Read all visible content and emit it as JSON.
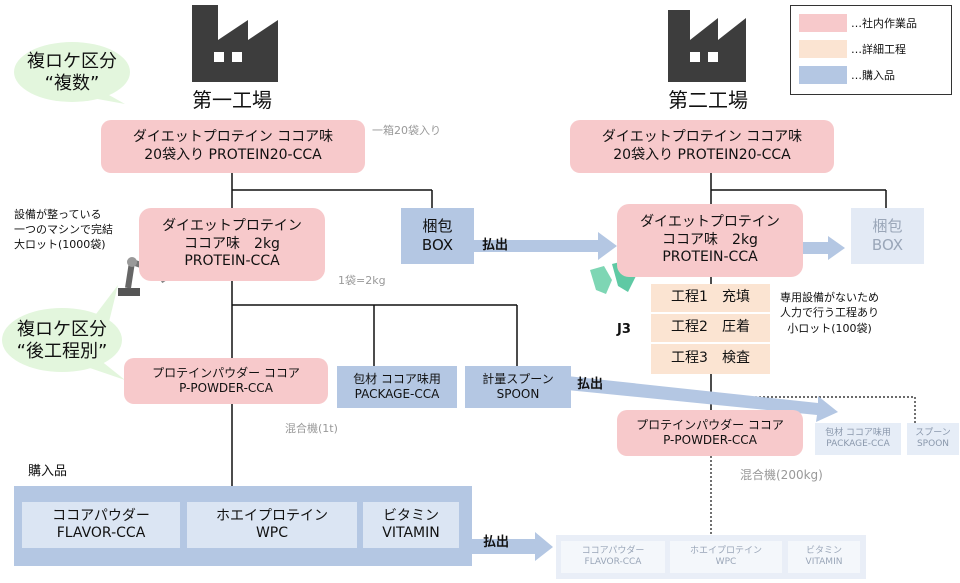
{
  "colors": {
    "internal": "#f7c9cb",
    "detail": "#fbe4d2",
    "purchased": "#b4c7e3"
  },
  "legend": {
    "internal": "…社内作業品",
    "detail": "…詳細工程",
    "purchased": "…購入品"
  },
  "factory1": {
    "title": "第一工場",
    "bubble_top": "複ロケ区分\n“複数”",
    "bubble_mid": "複ロケ区分\n“後工程別”",
    "top_product": "ダイエットプロテイン ココア味\n20袋入り PROTEIN20-CCA",
    "top_note": "一箱20袋入り",
    "packing": "梱包\nBOX",
    "mid_product": "ダイエットプロテイン\nココア味　2kg\nPROTEIN-CCA",
    "mid_note": "1袋=2kg",
    "machine_note": "設備が整っている\n一つのマシンで完結\n大ロット(1000袋)",
    "powder": "プロテインパウダー ココア\nP-POWDER-CCA",
    "package": "包材 ココア味用\nPACKAGE-CCA",
    "spoon": "計量スプーン\nSPOON",
    "mixer_note": "混合機(1t)",
    "purchased_label": "購入品",
    "ingredients": [
      {
        "name": "ココアパウダー\nFLAVOR-CCA"
      },
      {
        "name": "ホエイプロテイン\nWPC"
      },
      {
        "name": "ビタミン\nVITAMIN"
      }
    ]
  },
  "factory2": {
    "title": "第二工場",
    "top_product": "ダイエットプロテイン ココア味\n20袋入り PROTEIN20-CCA",
    "mid_product": "ダイエットプロテイン\nココア味　2kg\nPROTEIN-CCA",
    "packing": "梱包\nBOX",
    "steps": [
      "工程1　充填",
      "工程2　圧着",
      "工程3　検査"
    ],
    "j3": "J3",
    "manual_note": "専用設備がないため\n人力で行う工程あり\n小ロット(100袋)",
    "powder": "プロテインパウダー ココア\nP-POWDER-CCA",
    "package": "包材 ココア味用\nPACKAGE-CCA",
    "spoon": "スプーン\nSPOON",
    "mixer_note": "混合機(200kg)",
    "ingredients": [
      {
        "name": "ココアパウダー\nFLAVOR-CCA"
      },
      {
        "name": "ホエイプロテイン\nWPC"
      },
      {
        "name": "ビタミン\nVITAMIN"
      }
    ]
  },
  "arrows": {
    "ship": "払出"
  }
}
